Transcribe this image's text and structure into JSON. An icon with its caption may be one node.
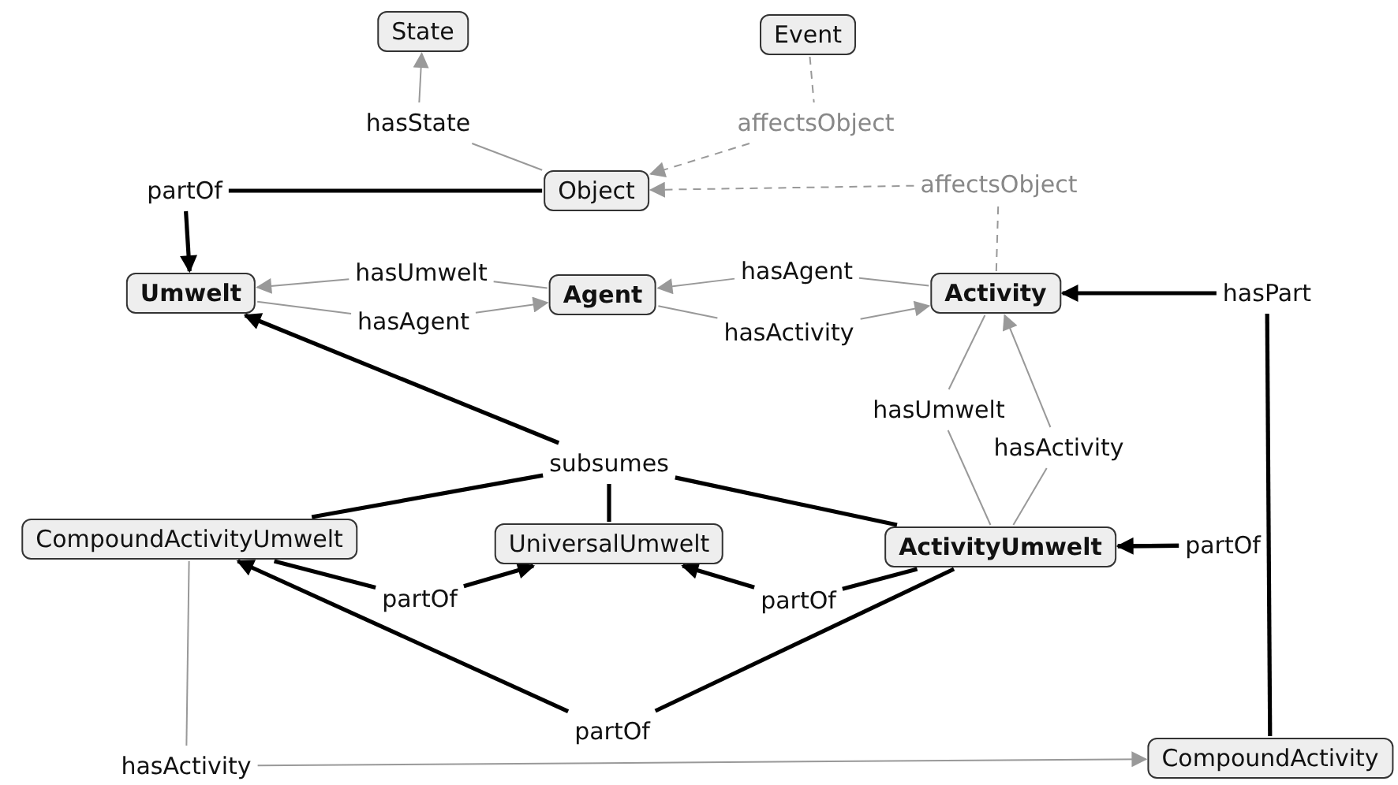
{
  "diagram": {
    "nodes": [
      {
        "text": [
          "State"
        ]
      },
      {
        "text": [
          "Event"
        ]
      },
      {
        "text": [
          "hasState"
        ]
      },
      {
        "text": [
          "affectsObject"
        ]
      },
      {
        "text": [
          "partOf"
        ]
      },
      {
        "text": [
          "Object"
        ]
      },
      {
        "text": [
          "affectsObject"
        ]
      },
      {
        "text": [
          "hasUmwelt"
        ]
      },
      {
        "text": [
          "Umwelt"
        ]
      },
      {
        "text": [
          "Agent"
        ]
      },
      {
        "text": [
          "hasAgent"
        ]
      },
      {
        "text": [
          "Activity"
        ]
      },
      {
        "text": [
          "hasPart"
        ]
      },
      {
        "text": [
          "hasAgent"
        ]
      },
      {
        "text": [
          "hasActivity"
        ]
      },
      {
        "text": [
          "hasUmwelt"
        ]
      },
      {
        "text": [
          "hasActivity"
        ]
      },
      {
        "text": [
          "subsumes"
        ]
      },
      {
        "text": [
          "CompoundActivityUmwelt"
        ]
      },
      {
        "text": [
          "UniversalUmwelt"
        ]
      },
      {
        "text": [
          "ActivityUmwelt"
        ]
      },
      {
        "text": [
          "partOf"
        ]
      },
      {
        "text": [
          "partOf"
        ]
      },
      {
        "text": [
          "partOf"
        ]
      },
      {
        "text": [
          "partOf"
        ]
      },
      {
        "text": [
          "hasActivity"
        ]
      },
      {
        "text": [
          "CompoundActivity"
        ]
      }
    ],
    "edges": [
      {
        "from": 5,
        "to": 2,
        "arrow": "none"
      },
      {
        "from": 2,
        "to": 0,
        "arrow": "to"
      },
      {
        "from": 1,
        "to": 3,
        "arrow": "none",
        "style": "dashed"
      },
      {
        "from": 3,
        "to": 5,
        "arrow": "to",
        "style": "dashed"
      },
      {
        "from": 11,
        "to": 6,
        "arrow": "none",
        "style": "dashed"
      },
      {
        "from": 6,
        "to": 5,
        "arrow": "to",
        "style": "dashed"
      },
      {
        "from": 5,
        "to": 4,
        "arrow": "none",
        "style": "thick",
        "color": "#000000"
      },
      {
        "from": 4,
        "to": 8,
        "arrow": "to",
        "style": "thick",
        "color": "#000000"
      },
      {
        "from": 9,
        "to": 7,
        "arrow": "none"
      },
      {
        "from": 7,
        "to": 8,
        "arrow": "to"
      },
      {
        "from": 8,
        "to": 13,
        "arrow": "none"
      },
      {
        "from": 13,
        "to": 9,
        "arrow": "to"
      },
      {
        "from": 11,
        "to": 10,
        "arrow": "none"
      },
      {
        "from": 10,
        "to": 9,
        "arrow": "to"
      },
      {
        "from": 9,
        "to": 14,
        "arrow": "none"
      },
      {
        "from": 14,
        "to": 11,
        "arrow": "to"
      },
      {
        "from": 26,
        "to": 12,
        "arrow": "none",
        "style": "thick",
        "color": "#000000"
      },
      {
        "from": 12,
        "to": 11,
        "arrow": "to",
        "style": "thick",
        "color": "#000000"
      },
      {
        "from": 11,
        "to": 15,
        "arrow": "none"
      },
      {
        "from": 15,
        "to": 20,
        "arrow": "none"
      },
      {
        "from": 20,
        "to": 16,
        "arrow": "none"
      },
      {
        "from": 16,
        "to": 11,
        "arrow": "to"
      },
      {
        "from": 17,
        "to": 8,
        "arrow": "to",
        "style": "thick",
        "color": "#000000"
      },
      {
        "from": 18,
        "to": 17,
        "arrow": "none",
        "style": "thick",
        "color": "#000000"
      },
      {
        "from": 19,
        "to": 17,
        "arrow": "none",
        "style": "thick",
        "color": "#000000"
      },
      {
        "from": 20,
        "to": 17,
        "arrow": "none",
        "style": "thick",
        "color": "#000000"
      },
      {
        "from": 20,
        "to": 21,
        "arrow": "none",
        "style": "thick",
        "color": "#000000"
      },
      {
        "from": 21,
        "to": 20,
        "arrow": "to",
        "style": "thick",
        "color": "#000000"
      },
      {
        "from": 18,
        "to": 22,
        "arrow": "none",
        "style": "thick",
        "color": "#000000"
      },
      {
        "from": 22,
        "to": 19,
        "arrow": "to",
        "style": "thick",
        "color": "#000000"
      },
      {
        "from": 20,
        "to": 23,
        "arrow": "none",
        "style": "thick",
        "color": "#000000"
      },
      {
        "from": 23,
        "to": 19,
        "arrow": "to",
        "style": "thick",
        "color": "#000000"
      },
      {
        "from": 20,
        "to": 24,
        "arrow": "none",
        "style": "thick",
        "color": "#000000"
      },
      {
        "from": 24,
        "to": 18,
        "arrow": "to",
        "style": "thick",
        "color": "#000000"
      },
      {
        "from": 18,
        "to": 25,
        "arrow": "none"
      },
      {
        "from": 25,
        "to": 26,
        "arrow": "to"
      }
    ]
  }
}
